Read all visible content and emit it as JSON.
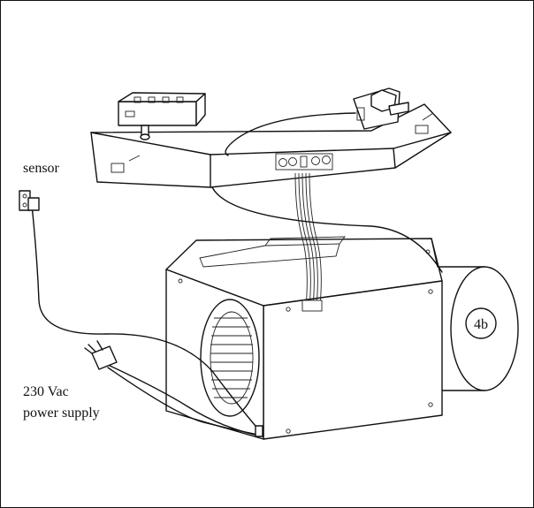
{
  "labels": {
    "sensor": "sensor",
    "power_line1": "230 Vac",
    "power_line2": "power supply",
    "part_tag": "4b"
  }
}
